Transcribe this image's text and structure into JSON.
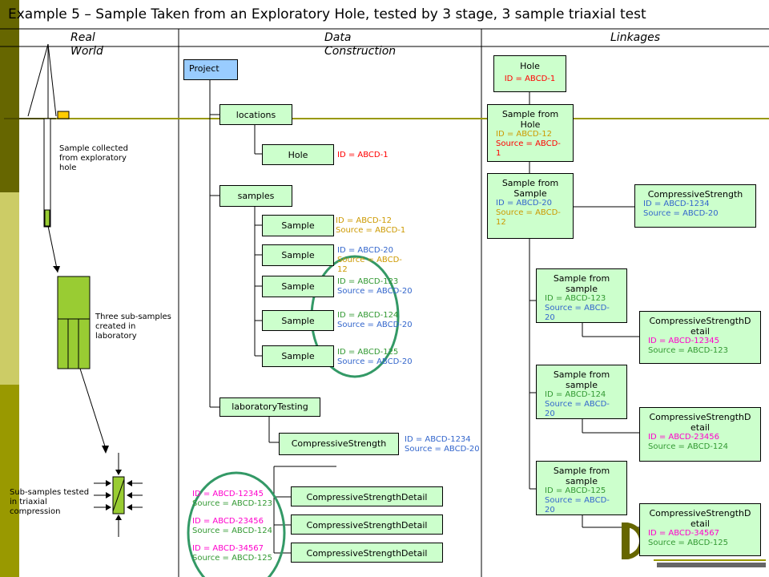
{
  "title": "Example 5 – Sample Taken from an Exploratory Hole, tested by 3 stage, 3 sample triaxial test",
  "columns": {
    "real_world": "Real World",
    "data_construction": "Data Construction",
    "linkages": "Linkages"
  },
  "real_world": {
    "note_sample_collected": "Sample collected from exploratory hole",
    "note_three_sub": "Three sub-samples created in laboratory",
    "note_sub_tested": "Sub-samples tested in triaxial compression"
  },
  "data_construction": {
    "project": "Project",
    "locations": "locations",
    "hole": "Hole",
    "hole_id": "ID = ABCD-1",
    "samples": "samples",
    "sample_label": "Sample",
    "samples_list": [
      {
        "id": "ID = ABCD-12",
        "source": "Source = ABCD-1"
      },
      {
        "id": "ID = ABCD-20",
        "source": "Source = ABCD-12"
      },
      {
        "id": "ID = ABCD-123",
        "source": "Source = ABCD-20"
      },
      {
        "id": "ID = ABCD-124",
        "source": "Source = ABCD-20"
      },
      {
        "id": "ID = ABCD-125",
        "source": "Source = ABCD-20"
      }
    ],
    "laboratory_testing": "laboratoryTesting",
    "compressive_strength": "CompressiveStrength",
    "cs_id": "ID = ABCD-1234",
    "cs_source": "Source = ABCD-20",
    "csd_label": "CompressiveStrengthDetail",
    "csd_list": [
      {
        "id": "ID = ABCD-12345",
        "source": "Source = ABCD-123"
      },
      {
        "id": "ID = ABCD-23456",
        "source": "Source = ABCD-124"
      },
      {
        "id": "ID = ABCD-34567",
        "source": "Source = ABCD-125"
      }
    ]
  },
  "linkages": {
    "hole": {
      "label": "Hole",
      "id": "ID = ABCD-1"
    },
    "sample_from_hole": {
      "label": "Sample from Hole",
      "id": "ID = ABCD-12",
      "source": "Source = ABCD-1"
    },
    "sample_from_sample": {
      "label": "Sample from Sample",
      "id": "ID = ABCD-20",
      "source": "Source = ABCD-12"
    },
    "compressive_strength": {
      "label": "CompressiveStrength",
      "id": "ID = ABCD-1234",
      "source": "Source = ABCD-20"
    },
    "sub_samples": [
      {
        "label": "Sample from sample",
        "id": "ID = ABCD-123",
        "source": "Source = ABCD-20"
      },
      {
        "label": "Sample from sample",
        "id": "ID = ABCD-124",
        "source": "Source = ABCD-20"
      },
      {
        "label": "Sample from sample",
        "id": "ID = ABCD-125",
        "source": "Source = ABCD-20"
      }
    ],
    "details": [
      {
        "label": "CompressiveStrengthDetail",
        "id": "ID = ABCD-12345",
        "source": "Source = ABCD-123"
      },
      {
        "label": "CompressiveStrengthDetail",
        "id": "ID = ABCD-23456",
        "source": "Source = ABCD-124"
      },
      {
        "label": "CompressiveStrengthDetail",
        "id": "ID = ABCD-34567",
        "source": "Source = ABCD-125"
      }
    ]
  }
}
